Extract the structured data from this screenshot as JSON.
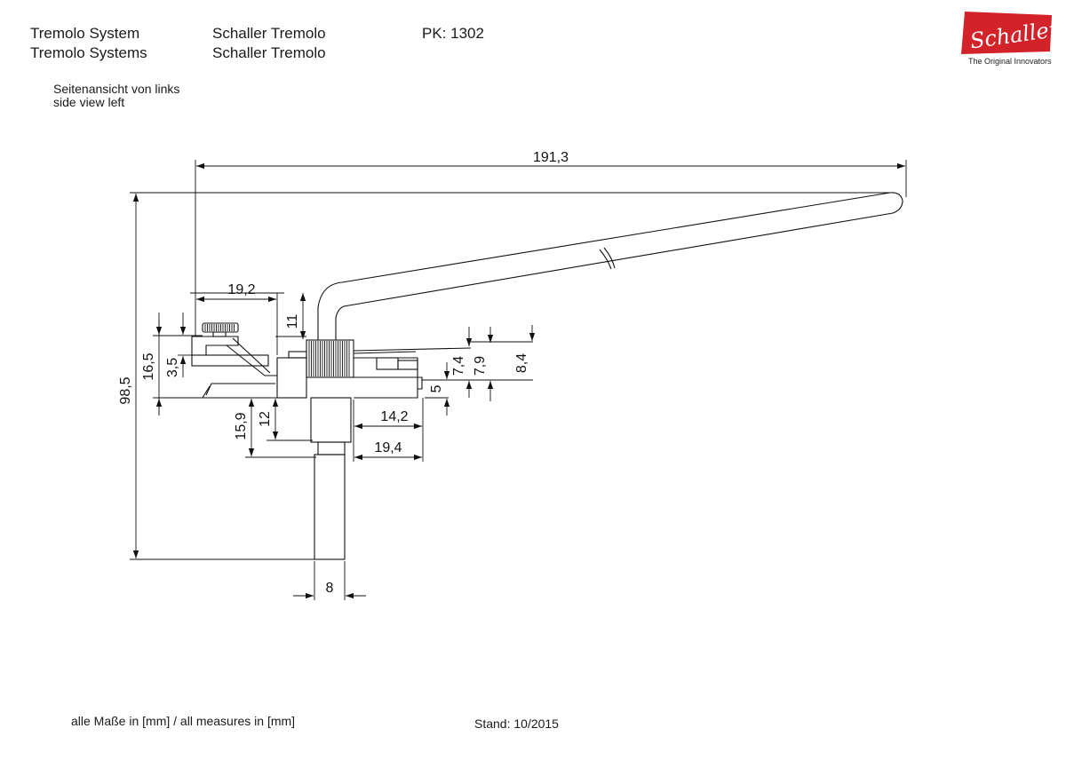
{
  "header": {
    "product_de": "Tremolo System",
    "product_en": "Tremolo Systems",
    "brand_de": "Schaller Tremolo",
    "brand_en": "Schaller Tremolo",
    "part_number": "PK: 1302"
  },
  "logo": {
    "wordmark": "Schaller",
    "tagline": "The Original Innovators",
    "color": "#d2232a"
  },
  "view": {
    "label_de": "Seitenansicht von links",
    "label_en": "side view left"
  },
  "dimensions": {
    "total_length": "191,3",
    "total_height": "98,5",
    "claw_width": "19,2",
    "knob_height": "11",
    "claw_height": "16,5",
    "claw_step": "3,5",
    "post_upper": "15,9",
    "post_lower": "12",
    "saddle_7": "7,4",
    "saddle_8": "7,9",
    "saddle_total": "8,4",
    "base_height": "5",
    "plate_width": "14,2",
    "post_to_plate": "19,4",
    "post_diameter": "8"
  },
  "footer": {
    "units": "alle Maße in [mm] / all measures in [mm]",
    "date": "Stand: 10/2015"
  }
}
